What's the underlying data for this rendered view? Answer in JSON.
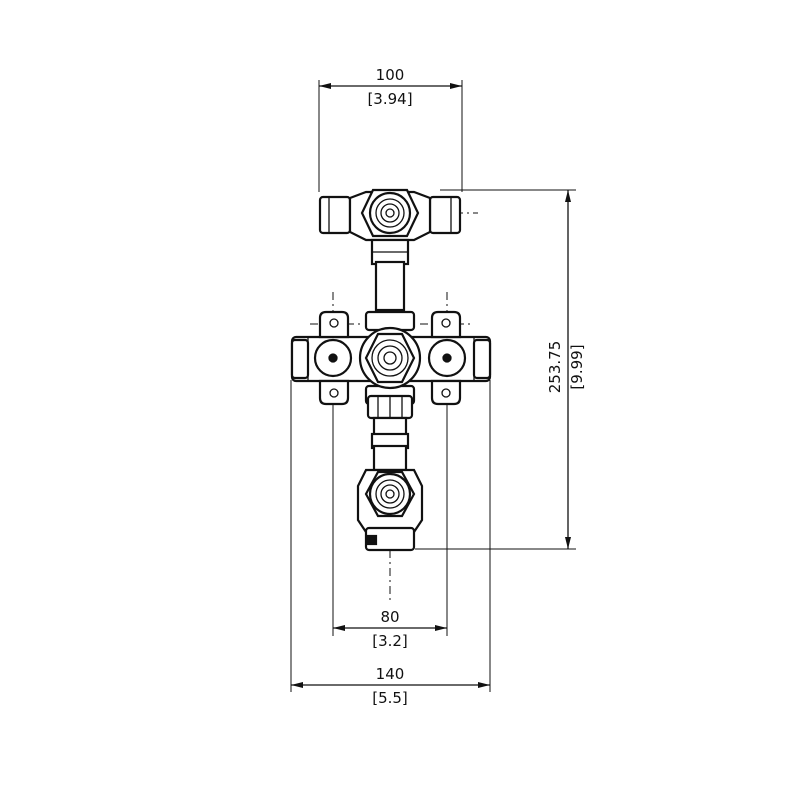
{
  "dimensions": {
    "top_width": {
      "value": "100",
      "imperial": "[3.94]"
    },
    "height": {
      "value": "253.75",
      "imperial": "[9.99]"
    },
    "inner_width": {
      "value": "80",
      "imperial": "[3.2]"
    },
    "overall_width": {
      "value": "140",
      "imperial": "[5.5]"
    }
  }
}
